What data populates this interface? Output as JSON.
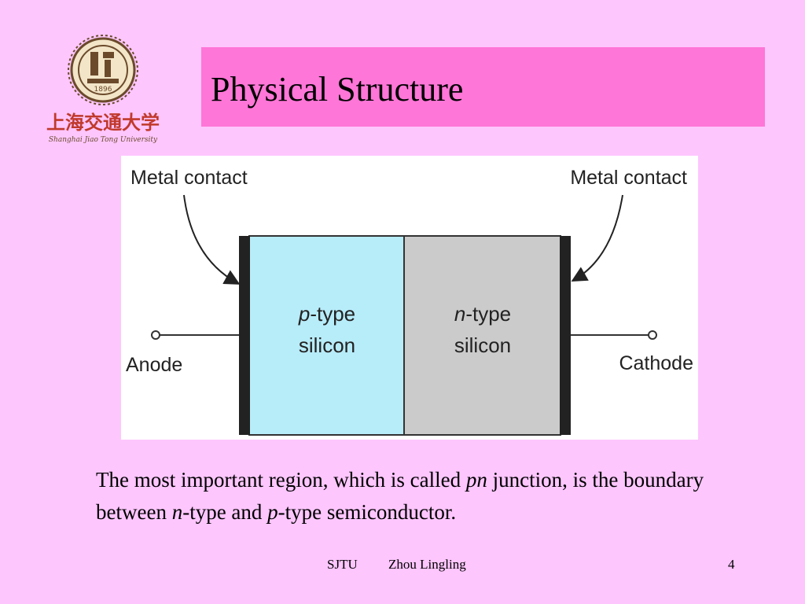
{
  "slide": {
    "title": "Physical Structure",
    "logo": {
      "text": "上海交通大学",
      "subtext": "Shanghai Jiao Tong University",
      "year": "1896"
    }
  },
  "figure": {
    "left_contact": "Metal contact",
    "right_contact": "Metal contact",
    "anode": "Anode",
    "cathode": "Cathode",
    "p_region": {
      "prefix": "p",
      "suffix": "-type",
      "line2": "silicon"
    },
    "n_region": {
      "prefix": "n",
      "suffix": "-type",
      "line2": "silicon"
    },
    "colors": {
      "p_region": "#b7ecf9",
      "n_region": "#cbcbcb",
      "contact": "#222222"
    }
  },
  "caption": {
    "part1": "The most important region, which is called ",
    "pn": "pn",
    "part2": " junction, is the boundary between ",
    "n": "n",
    "part3": "-type and ",
    "p": "p",
    "part4": "-type semiconductor."
  },
  "footer": {
    "left": "SJTU",
    "author": "Zhou Lingling",
    "page": "4"
  }
}
